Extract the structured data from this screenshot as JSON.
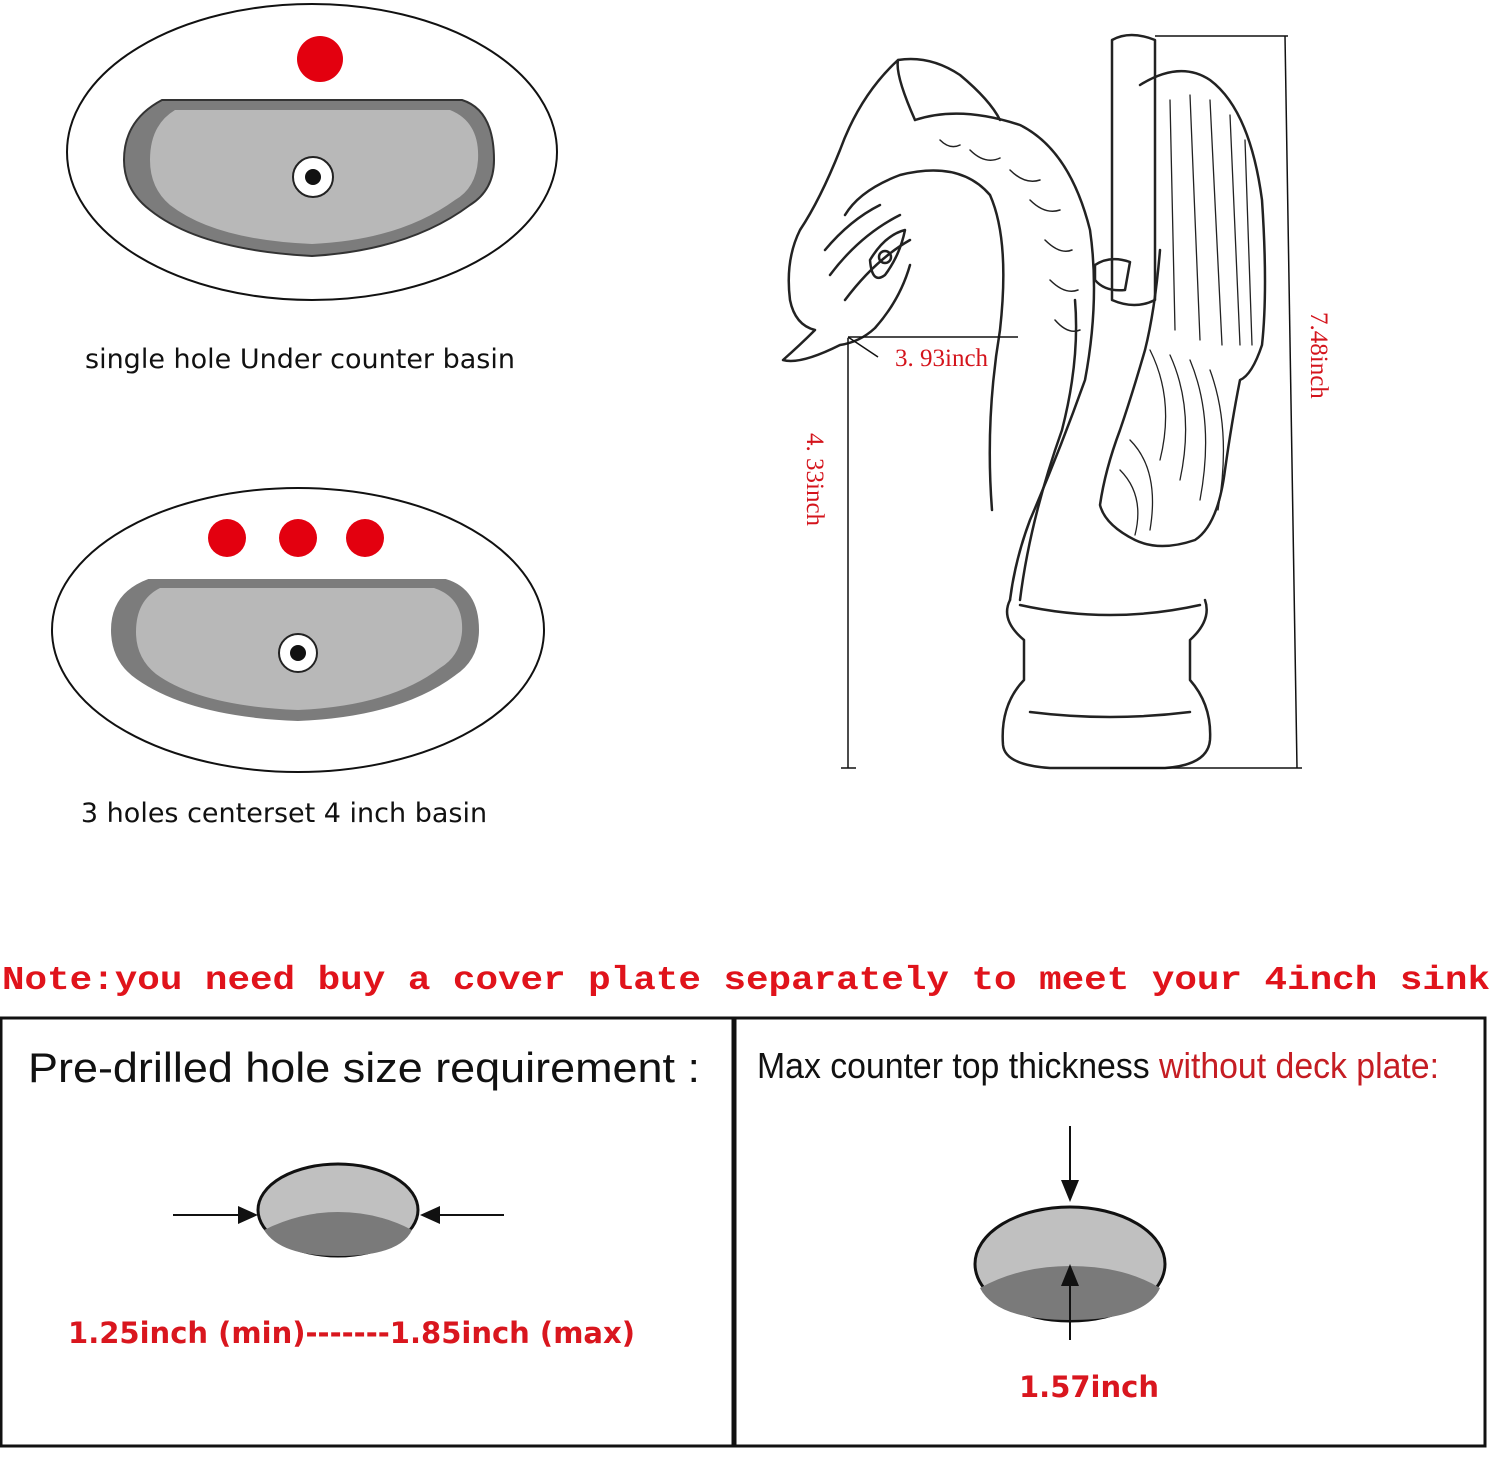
{
  "basins": [
    {
      "caption": "single hole Under counter basin",
      "hole_count": 1
    },
    {
      "caption": "3 holes centerset 4 inch basin",
      "hole_count": 3
    }
  ],
  "faucet": {
    "dimensions": {
      "spout_reach": "3. 93inch",
      "spout_height": "4. 33inch",
      "total_height": "7.48inch"
    }
  },
  "note": "Note:you need buy a cover plate separately to meet your 4inch sink",
  "panels": {
    "hole_size": {
      "title": "Pre-drilled hole size requirement :",
      "range": "1.25inch (min)-------1.85inch (max)"
    },
    "thickness": {
      "title_prefix": "Max counter top thickness ",
      "title_highlight": "without deck plate:",
      "value": "1.57inch"
    }
  },
  "colors": {
    "accent_red": "#e3000f",
    "basin_dark": "#808080",
    "basin_light": "#b8b8b8"
  }
}
